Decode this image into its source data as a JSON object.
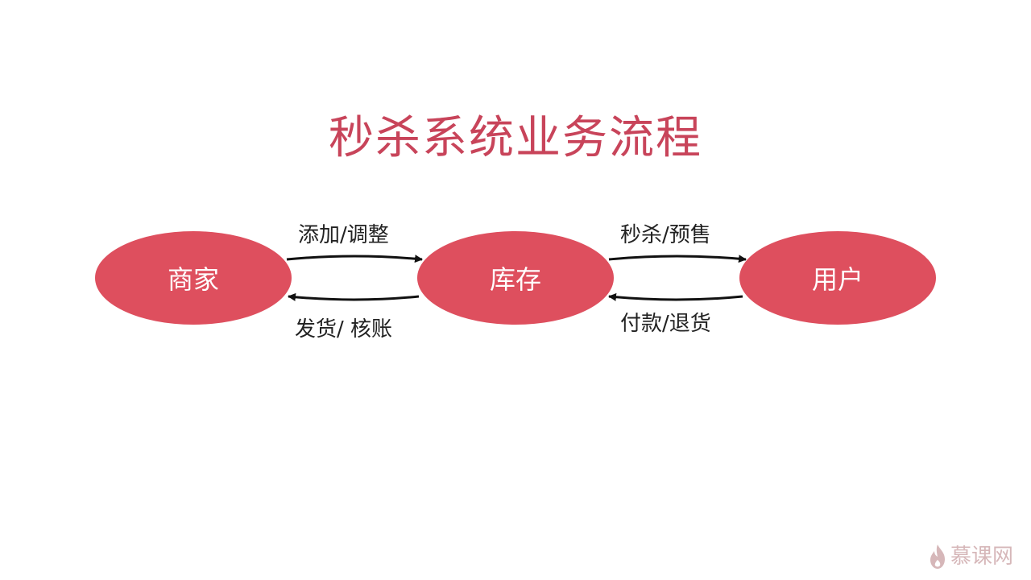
{
  "title": "秒杀系统业务流程",
  "nodes": {
    "merchant": "商家",
    "inventory": "库存",
    "user": "用户"
  },
  "edges": {
    "add_adjust": "添加/调整",
    "ship_reconcile": "发货/ 核账",
    "seckill_presale": "秒杀/预售",
    "pay_return": "付款/退货"
  },
  "logo": {
    "icon": "flame-icon",
    "text": "慕课网"
  },
  "colors": {
    "title": "#c8445a",
    "node_fill": "#de4f5e",
    "node_text": "#ffffff",
    "arrow": "#111111",
    "logo": "#d6b7b9"
  }
}
